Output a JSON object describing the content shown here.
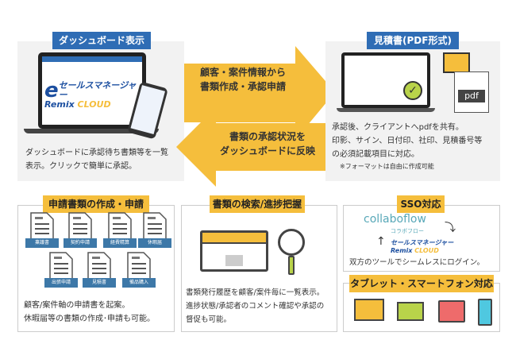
{
  "dashboard": {
    "title": "ダッシュボード表示",
    "description": [
      "ダッシュボードに承認待ち書類等を一覧",
      "表示。クリックで簡単に承認。"
    ],
    "logo_text": "セールスマネージャー Remix CLOUD"
  },
  "estimate": {
    "title": "見積書(PDF形式)",
    "description": [
      "承認後、クライアントへpdfを共有。",
      "印影、サイン、日付印、社印、見積番号等",
      "の必須記載項目に対応。"
    ],
    "note": "※フォーマットは自由に作成可能",
    "pdf_label": "pdf"
  },
  "arrows": {
    "forward": [
      "顧客・案件情報から",
      "書類作成・承認申請"
    ],
    "back": [
      "書類の承認状況を",
      "ダッシュボードに反映"
    ]
  },
  "create": {
    "title": "申請書類の作成・申請",
    "docs": [
      "稟議書",
      "契約申請",
      "経費精算",
      "休暇届",
      "出張申請",
      "見積書",
      "備品購入"
    ],
    "description": [
      "顧客/案件軸の申請書を起案。",
      "休暇届等の書類の作成･申請も可能。"
    ]
  },
  "search": {
    "title": "書類の検索/進捗把握",
    "description": [
      "書類発行履歴を顧客/案件毎に一覧表示。",
      "進捗状態/承認者のコメント確認や承認の",
      "督促も可能。"
    ]
  },
  "sso": {
    "title": "SSO対応",
    "collaboflow": "collaboflow",
    "collaboflow_kana": "コラボフロー",
    "remix_logo": "セールスマネージャー Remix CLOUD",
    "description": "双方のツールでシームレスにログイン。"
  },
  "devices": {
    "title": "タブレット・スマートフォン対応"
  },
  "colors": {
    "blue": "#2f6db5",
    "yellow": "#f5be3c",
    "panel": "#f2f2f2"
  }
}
